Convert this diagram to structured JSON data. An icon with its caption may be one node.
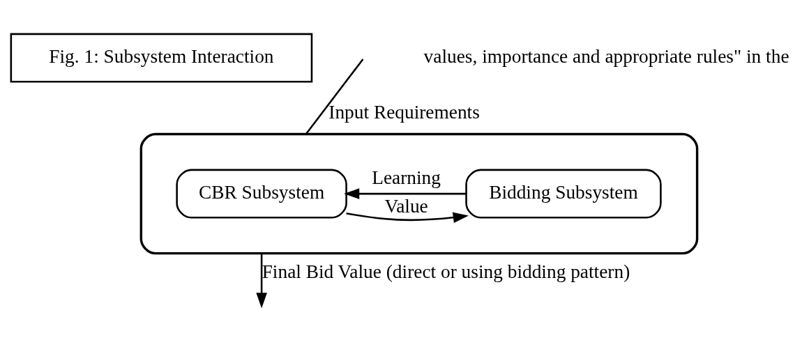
{
  "diagram": {
    "nodes": [
      {
        "text": [],
        "shape": "box"
      },
      {
        "text": [
          "CBR Subsystem"
        ],
        "in": 0
      },
      {
        "text": [
          "Bidding Subsystem"
        ],
        "in": 0
      },
      {
        "text": [
          "Fig. 1: Subsystem Interaction"
        ]
      }
    ],
    "edges": [
      {
        "from": null,
        "to": 0,
        "arrow": "none",
        "label": "Input Requirements"
      },
      {
        "from": 1,
        "to": 2,
        "arrow": "to",
        "label": "Value"
      },
      {
        "from": 2,
        "to": 1,
        "arrow": "to",
        "label": "Learning"
      },
      {
        "from": 0,
        "to": null,
        "arrow": "to",
        "label": "Final Bid Value (direct or using bidding pattern)"
      }
    ],
    "labels": [
      "values, importance and appropriate rules\" in the"
    ]
  }
}
